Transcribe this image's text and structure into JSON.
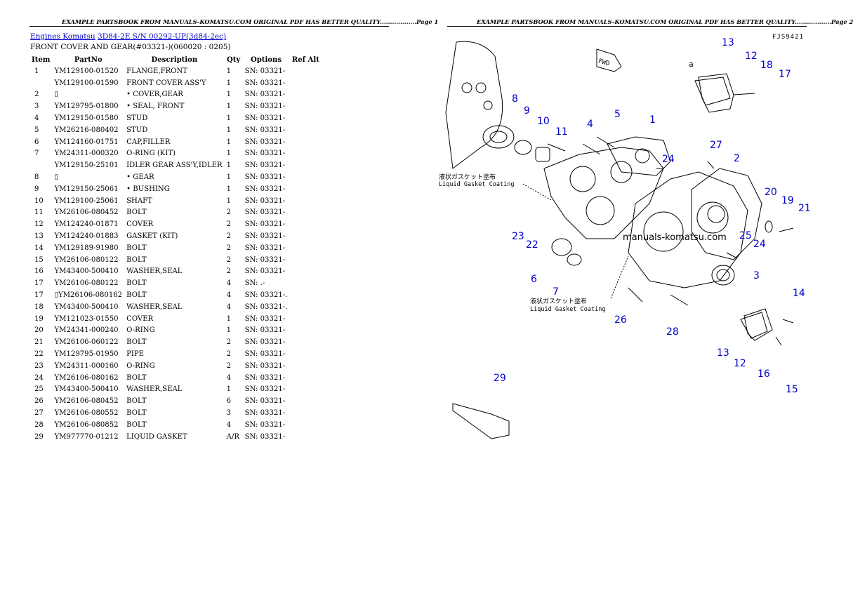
{
  "header": {
    "page1": "EXAMPLE PARTSBOOK FROM MANUALS-KOMATSU.COM ORIGINAL PDF HAS BETTER QUALITY..................Page 1",
    "page2": "EXAMPLE PARTSBOOK FROM MANUALS-KOMATSU.COM ORIGINAL PDF HAS BETTER QUALITY..................Page 2"
  },
  "breadcrumb": {
    "link1": "Engines Komatsu",
    "link2": "3D84-2E S/N 00292-UP(3d84-2ec)"
  },
  "subtitle": "FRONT COVER AND GEAR(#03321-)(060020 : 0205)",
  "table": {
    "headers": [
      "Item",
      "PartNo",
      "Description",
      "Qty",
      "Options",
      "Ref Alt"
    ],
    "rows": [
      [
        "1",
        "YM129100-01520",
        "FLANGE,FRONT",
        "1",
        "SN: 03321-"
      ],
      [
        "",
        "YM129100-01590",
        "FRONT COVER ASS'Y",
        "1",
        "SN: 03321-"
      ],
      [
        "2",
        "▯",
        "• COVER,GEAR",
        "1",
        "SN: 03321-"
      ],
      [
        "3",
        "YM129795-01800",
        "• SEAL, FRONT",
        "1",
        "SN: 03321-"
      ],
      [
        "4",
        "YM129150-01580",
        "STUD",
        "1",
        "SN: 03321-"
      ],
      [
        "5",
        "YM26216-080402",
        "STUD",
        "1",
        "SN: 03321-"
      ],
      [
        "6",
        "YM124160-01751",
        "CAP,FILLER",
        "1",
        "SN: 03321-"
      ],
      [
        "7",
        "YM24311-000320",
        "O-RING (KIT)",
        "1",
        "SN: 03321-"
      ],
      [
        "",
        "YM129150-25101",
        "IDLER GEAR ASS'Y,IDLER",
        "1",
        "SN: 03321-"
      ],
      [
        "8",
        "▯",
        "• GEAR",
        "1",
        "SN: 03321-"
      ],
      [
        "9",
        "YM129150-25061",
        "• BUSHING",
        "1",
        "SN: 03321-"
      ],
      [
        "10",
        "YM129100-25061",
        "SHAFT",
        "1",
        "SN: 03321-"
      ],
      [
        "11",
        "YM26106-080452",
        "BOLT",
        "2",
        "SN: 03321-"
      ],
      [
        "12",
        "YM124240-01871",
        "COVER",
        "2",
        "SN: 03321-"
      ],
      [
        "13",
        "YM124240-01883",
        "GASKET (KIT)",
        "2",
        "SN: 03321-"
      ],
      [
        "14",
        "YM129189-91980",
        "BOLT",
        "2",
        "SN: 03321-"
      ],
      [
        "15",
        "YM26106-080122",
        "BOLT",
        "2",
        "SN: 03321-"
      ],
      [
        "16",
        "YM43400-500410",
        "WASHER,SEAL",
        "2",
        "SN: 03321-"
      ],
      [
        "17",
        "YM26106-080122",
        "BOLT",
        "4",
        "SN: .-"
      ],
      [
        "17",
        "▯YM26106-080162",
        "BOLT",
        "4",
        "SN: 03321-."
      ],
      [
        "18",
        "YM43400-500410",
        "WASHER,SEAL",
        "4",
        "SN: 03321-."
      ],
      [
        "19",
        "YM121023-01550",
        "COVER",
        "1",
        "SN: 03321-"
      ],
      [
        "20",
        "YM24341-000240",
        "O-RING",
        "1",
        "SN: 03321-"
      ],
      [
        "21",
        "YM26106-060122",
        "BOLT",
        "2",
        "SN: 03321-"
      ],
      [
        "22",
        "YM129795-01950",
        "PIPE",
        "2",
        "SN: 03321-"
      ],
      [
        "23",
        "YM24311-000160",
        "O-RING",
        "2",
        "SN: 03321-"
      ],
      [
        "24",
        "YM26106-080162",
        "BOLT",
        "4",
        "SN: 03321-"
      ],
      [
        "25",
        "YM43400-500410",
        "WASHER,SEAL",
        "1",
        "SN: 03321-"
      ],
      [
        "26",
        "YM26106-080452",
        "BOLT",
        "6",
        "SN: 03321-"
      ],
      [
        "27",
        "YM26106-080552",
        "BOLT",
        "3",
        "SN: 03321-"
      ],
      [
        "28",
        "YM26106-080852",
        "BOLT",
        "4",
        "SN: 03321-"
      ],
      [
        "29",
        "YM977770-01212",
        "LIQUID GASKET",
        "A/R",
        "SN: 03321-"
      ]
    ]
  },
  "diagram": {
    "code": "FJS9421",
    "watermark": "manuals-komatsu.com",
    "fwd_label": "FWD",
    "jp_note": "液状ガスケット塗布",
    "en_note": "Liquid Gasket Coating",
    "a_mark": "a",
    "callouts": [
      "1",
      "2",
      "3",
      "4",
      "5",
      "6",
      "7",
      "8",
      "9",
      "10",
      "11",
      "12",
      "13",
      "14",
      "15",
      "16",
      "17",
      "18",
      "19",
      "20",
      "21",
      "22",
      "23",
      "24",
      "25",
      "26",
      "27",
      "28",
      "29"
    ],
    "extra_callouts": [
      "12",
      "13",
      "24",
      "24",
      "2",
      "14"
    ],
    "callout_color": "#0000cc"
  }
}
